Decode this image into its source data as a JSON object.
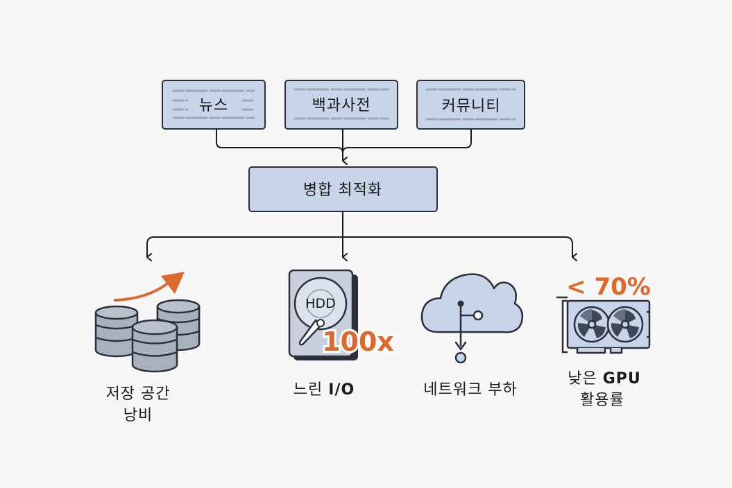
{
  "sources": [
    {
      "id": "news",
      "label": "뉴스"
    },
    {
      "id": "encyclopedia",
      "label": "백과사전"
    },
    {
      "id": "community",
      "label": "커뮤니티"
    }
  ],
  "merge_box": {
    "label": "병합 최적화"
  },
  "outcomes": {
    "storage": {
      "line1": "저장 공간",
      "line2": "낭비"
    },
    "io": {
      "prefix": "느린 ",
      "bold": "I/O",
      "disk_label": "HDD",
      "badge": "100x"
    },
    "network": {
      "label": "네트워크 부하"
    },
    "gpu": {
      "line1_prefix": "낮은 ",
      "line1_bold": "GPU",
      "line2": "활용률",
      "badge": "< 70%"
    }
  },
  "colors": {
    "box_fill": "#c8d4e8",
    "box_stroke": "#2a2f3a",
    "accent": "#dd6a2c",
    "icon_fill": "#a9b1bd",
    "line": "#1a1a1a"
  },
  "icons": [
    "database-stack-icon",
    "trend-arrow-icon",
    "hdd-icon",
    "cloud-network-icon",
    "gpu-card-icon"
  ]
}
